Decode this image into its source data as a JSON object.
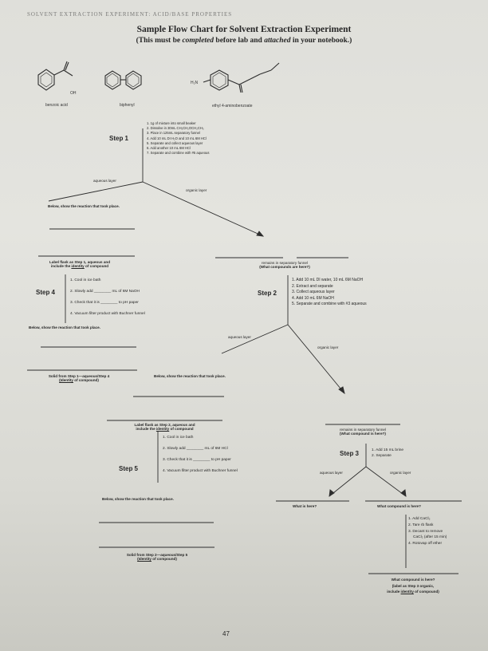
{
  "header": "SOLVENT EXTRACTION EXPERIMENT: ACID/BASE PROPERTIES",
  "title": "Sample Flow Chart for Solvent Extraction Experiment",
  "subtitle": {
    "pre": "(This must be ",
    "em1": "completed",
    "mid": " before lab and ",
    "em2": "attached",
    "post": " in your notebook.)"
  },
  "compounds": {
    "benzoic": "benzoic acid",
    "oh": "OH",
    "biphenyl": "biphenyl",
    "nh2": "H₂N",
    "ethyl": "ethyl 4-aminobenzoate"
  },
  "step1": {
    "label": "Step 1",
    "items": [
      "1. 1g of mixture into small beaker",
      "2. Dissolve in 30mL CH₂CH₂OCH₂CH₃",
      "3. Place in 125mL separatory funnel",
      "4. Add 10 mL DI H₂O and 10 mL 6M HCl",
      "5. Separate and collect aqueous layer",
      "6. Add another 10 mL 6M HCl",
      "7. Separate and combine with #5 aqueous"
    ],
    "aqueous": "aqueous layer",
    "organic": "organic layer",
    "reaction_prompt": "Below, show the reaction that took place."
  },
  "flask1": {
    "line1": "Label flask as Step 1, aqueous and",
    "line2_pre": "include the ",
    "line2_u": "identity",
    "line2_post": " of compound"
  },
  "remains1": {
    "line1": "remains in separatory funnel",
    "line2": "(What compounds are here?)"
  },
  "step4": {
    "label": "Step 4",
    "items": [
      "1. Cool in ice bath",
      "2. Slowly add ________ mL of 6M NaOH",
      "3. Check that it is ________ to pH paper",
      "4. Vacuum filter product with Buchner funnel"
    ],
    "reaction_prompt": "Below, show the reaction that took place.",
    "solid_line1": "Solid from Step 1—aqueous/Step 4",
    "solid_line2_u": "(Identity",
    "solid_line2_post": " of compound)"
  },
  "step2": {
    "label": "Step 2",
    "items": [
      "1. Add 10 mL DI water, 10 mL 6M NaOH",
      "2. Extract and separate",
      "3. Collect aqueous layer",
      "4. Add 10 mL 6M NaOH",
      "5. Separate and combine with #3 aqueous"
    ],
    "aqueous": "aqueous layer",
    "organic": "organic layer",
    "reaction_prompt": "Below, show the reaction that took place."
  },
  "flask2": {
    "line1": "Label flask as Step 2, aqueous and",
    "line2_pre": "include the ",
    "line2_u": "identity",
    "line2_post": " of compound"
  },
  "remains2": {
    "line1": "remains in separatory funnel",
    "line2": "(What compound is here?)"
  },
  "step5": {
    "label": "Step 5",
    "items": [
      "1. Cool in ice bath",
      "2. Slowly add ________ mL of 6M HCl",
      "3. Check that it is ________ to pH paper",
      "4. Vacuum filter product with Buchner funnel"
    ],
    "reaction_prompt": "Below, show the reaction that took place.",
    "solid_line1": "Solid from Step 2—aqueous/Step 5",
    "solid_line2_u": "(Identity",
    "solid_line2_post": " of compound)"
  },
  "step3": {
    "label": "Step 3",
    "items": [
      "1. Add 15 mL brine",
      "2. Separate"
    ],
    "aqueous": "aqueous layer",
    "organic": "organic layer",
    "what_here": "What is here?",
    "what_compound": "What compound is here?",
    "organic_items": [
      "1. Add CaCl₂",
      "2. Tare rb flask",
      "3. Decant to remove",
      "CaCl₂ (after 15 min)",
      "4. Rotovap off ether"
    ],
    "final_line1": "What compound is here?",
    "final_line2": "(label as Step 3 organic,",
    "final_line3_pre": "include ",
    "final_line3_u": "identity",
    "final_line3_post": " of compound)"
  },
  "page_number": "47"
}
